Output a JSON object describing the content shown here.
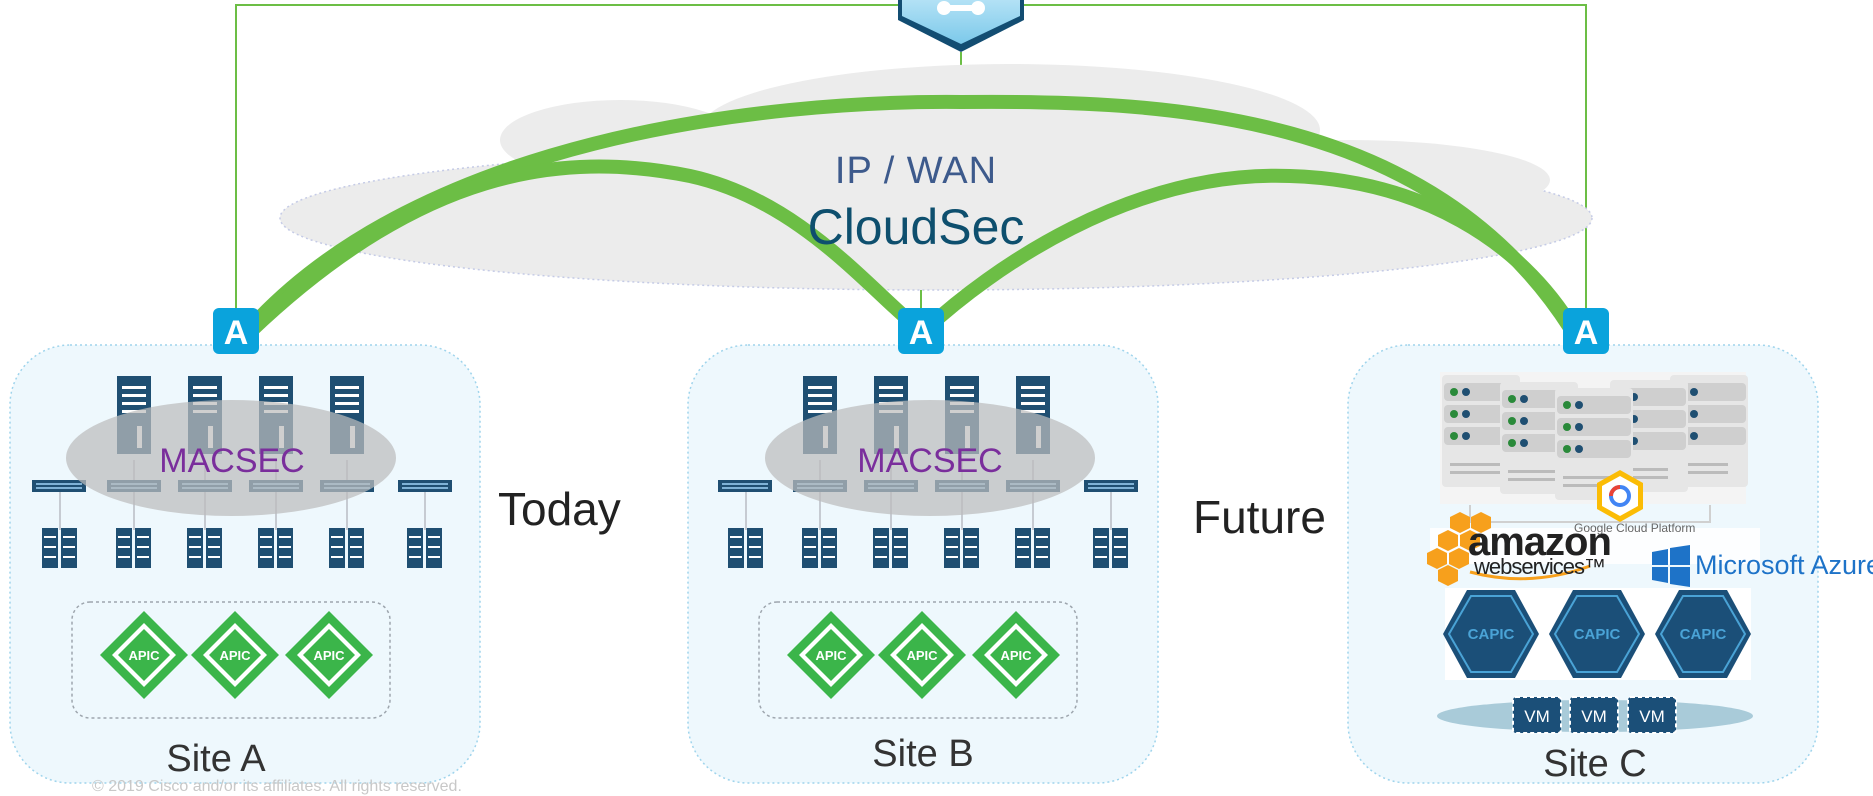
{
  "cloud": {
    "line1": "IP / WAN",
    "line2": "CloudSec"
  },
  "labels": {
    "today": "Today",
    "future": "Future",
    "copyright": "© 2019 Cisco and/or its affiliates. All rights reserved."
  },
  "sites": [
    {
      "name": "Site A",
      "macsec": "MACSEC",
      "controller": "APIC"
    },
    {
      "name": "Site B",
      "macsec": "MACSEC",
      "controller": "APIC"
    },
    {
      "name": "Site C",
      "controller": "CAPIC",
      "vm": "VM"
    }
  ],
  "cloud_providers": {
    "aws_line1": "amazon",
    "aws_line2": "webservices™",
    "gcp": "Google Cloud Platform",
    "azure": "Microsoft Azure"
  },
  "node_badge": "A",
  "colors": {
    "tunnel_green": "#6cbe45",
    "site_fill": "#eef8fd",
    "site_border": "#9fd4ec",
    "badge_blue": "#0aa3dc",
    "server_navy": "#1f4f72",
    "apic_green": "#3bb54a",
    "capic_navy": "#1b4f78",
    "cloud_grey": "#ececec",
    "macsec_purple": "#7a2e9c"
  },
  "icons": [
    "orchestrator-icon",
    "spine-server-icon",
    "leaf-switch-icon",
    "host-icon",
    "apic-icon",
    "capic-icon",
    "vm-icon",
    "cloud-server-icon",
    "aws-logo-icon",
    "gcp-logo-icon",
    "azure-logo-icon"
  ]
}
